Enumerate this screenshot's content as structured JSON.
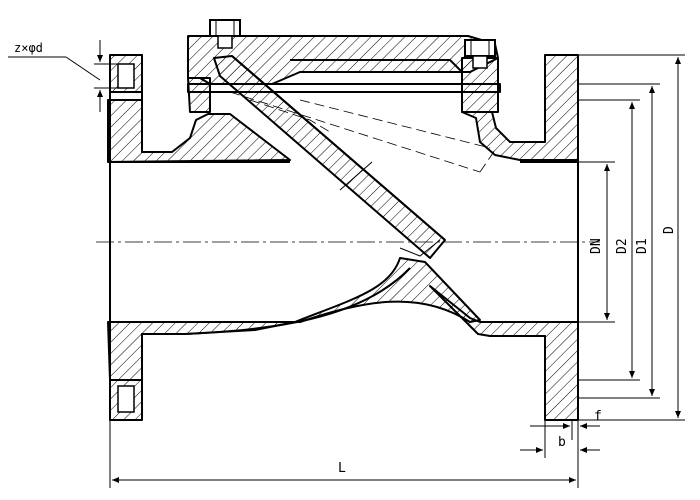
{
  "labels": {
    "bolt_callout": "z×φd",
    "dn": "DN",
    "d2": "D2",
    "d1": "D1",
    "d": "D",
    "f": "f",
    "b": "b",
    "l": "L"
  }
}
